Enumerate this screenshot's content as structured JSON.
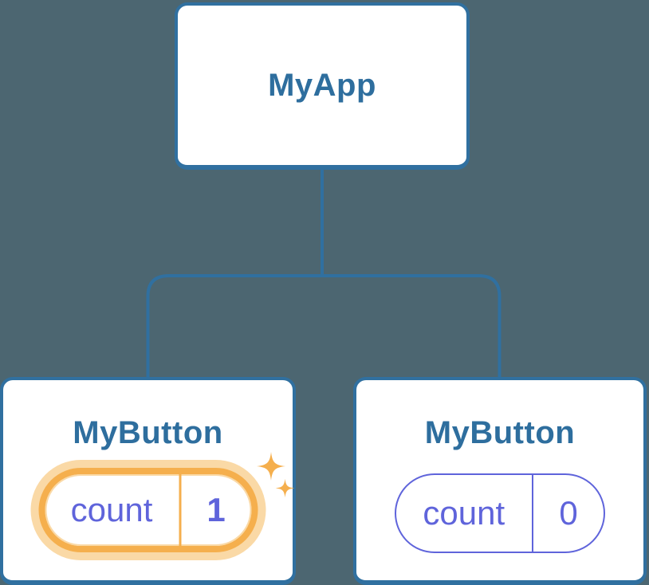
{
  "colors": {
    "bg": "#4C6671",
    "blue": "#3070A0",
    "blue_text": "#2E6E9E",
    "indigo": "#5F64DB",
    "orange": "#F5AF4D",
    "orange_halo": "#FAD9A6",
    "white": "#FFFFFF"
  },
  "tree": {
    "root": {
      "label": "MyApp"
    },
    "children": [
      {
        "label": "MyButton",
        "state": {
          "key": "count",
          "value": "1"
        },
        "highlighted": true
      },
      {
        "label": "MyButton",
        "state": {
          "key": "count",
          "value": "0"
        },
        "highlighted": false
      }
    ]
  }
}
